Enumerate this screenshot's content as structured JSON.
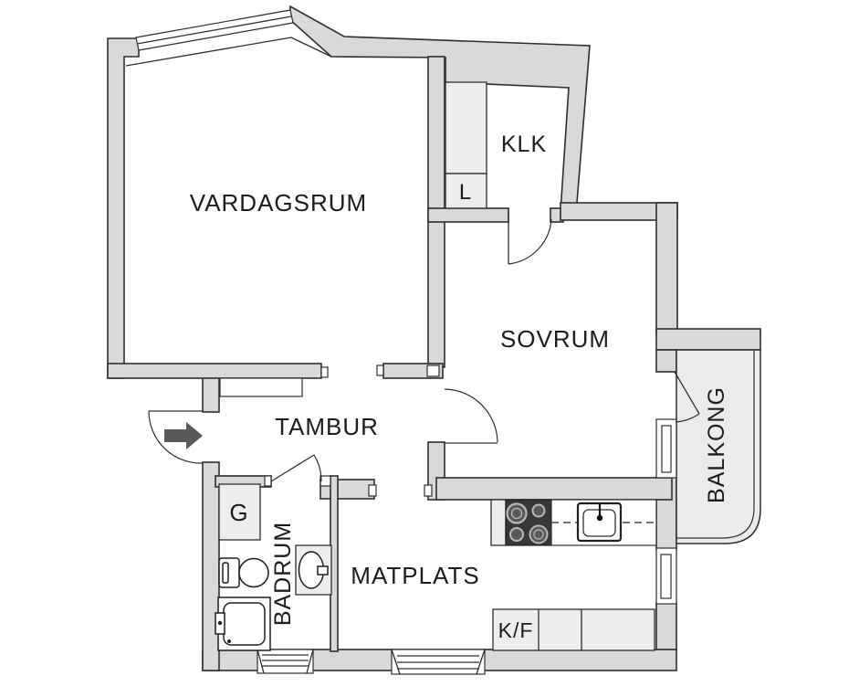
{
  "plan": {
    "type": "apartment-floor-plan",
    "rooms": [
      {
        "id": "vardagsrum",
        "label": "VARDAGSRUM"
      },
      {
        "id": "klk",
        "label": "KLK"
      },
      {
        "id": "sovrum",
        "label": "SOVRUM"
      },
      {
        "id": "tambur",
        "label": "TAMBUR"
      },
      {
        "id": "badrum",
        "label": "BADRUM"
      },
      {
        "id": "matplats",
        "label": "MATPLATS"
      },
      {
        "id": "balkong",
        "label": "BALKONG"
      }
    ],
    "storage": [
      {
        "id": "linen-cabinet",
        "label": "L"
      },
      {
        "id": "wardrobe",
        "label": "G"
      },
      {
        "id": "fridge-freezer",
        "label": "K/F"
      }
    ],
    "fixtures": [
      "entrance-arrow",
      "entrance-door",
      "stove",
      "kitchen-sink",
      "toilet",
      "shower",
      "bathroom-sink",
      "balcony-door",
      "windows",
      "interior-doors"
    ],
    "colors": {
      "wall_fill": "#d9d9d9",
      "outline": "#2e2e2e",
      "cabinet_fill": "#ededed",
      "balcony_fill": "#ebebeb",
      "cooktop_fill": "#383838",
      "arrow": "#595959",
      "text": "#1c1c1c",
      "background": "#ffffff"
    }
  }
}
